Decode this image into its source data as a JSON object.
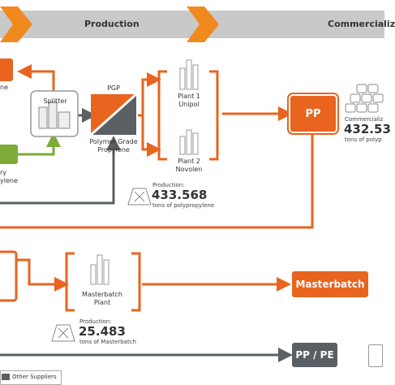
{
  "stages": {
    "production": "Production",
    "commercial": "Commercializ"
  },
  "left": {
    "top_partial": "ne",
    "green_partial_1": "ry",
    "green_partial_2": "ylene"
  },
  "splitter": "Splitter",
  "pgp": {
    "code": "PGP",
    "line1": "Polymer Grade",
    "line2": "Propylene"
  },
  "plant1": {
    "line1": "Plant 1",
    "line2": "Unipol"
  },
  "plant2": {
    "line1": "Plant 2",
    "line2": "Novolen"
  },
  "pp_production": {
    "label": "Production:",
    "value": "433.568",
    "unit": "tons of polypropylene"
  },
  "pp_box": "PP",
  "commercial_pp": {
    "label": "Commercializ",
    "value": "432.53",
    "unit": "tons of polyp"
  },
  "masterbatch_plant": {
    "line1": "Masterbatch",
    "line2": "Plant"
  },
  "mb_production": {
    "label": "Production:",
    "value": "25.483",
    "unit": "tons of Masterbatch"
  },
  "masterbatch_box": "Masterbatch",
  "pppe_box": "PP / PE",
  "legend": "Other Suppliers",
  "colors": {
    "orange": "#e8641f",
    "green": "#7dab38",
    "gray": "#5a5f63",
    "banner": "#c9c9c9"
  }
}
